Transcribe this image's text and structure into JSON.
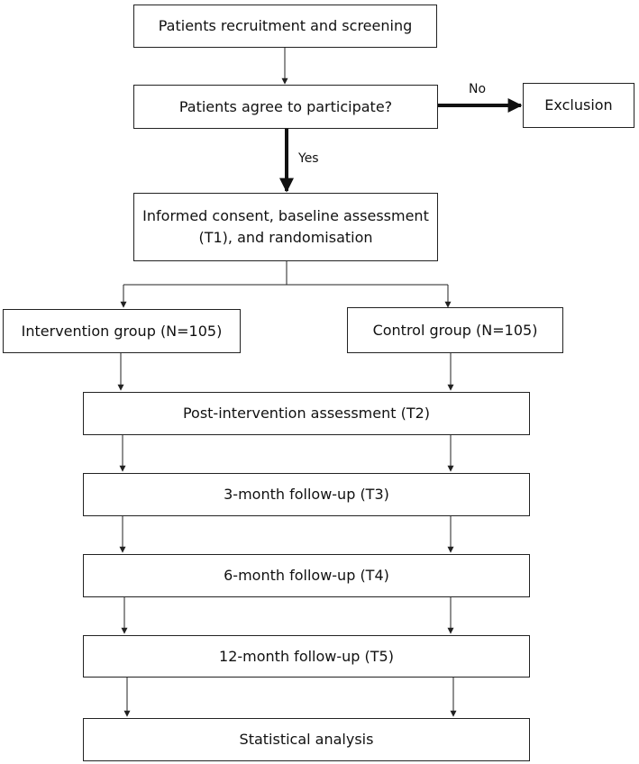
{
  "boxes": {
    "recruit": "Patients recruitment and screening",
    "agree": "Patients agree to participate?",
    "exclusion": "Exclusion",
    "consent_line1": "Informed consent, baseline assessment",
    "consent_line2": "(T1), and randomisation",
    "intervention": "Intervention group (N=105)",
    "control": "Control group (N=105)",
    "post": "Post-intervention assessment (T2)",
    "t3": "3-month follow-up (T3)",
    "t4": "6-month follow-up (T4)",
    "t5": "12-month follow-up (T5)",
    "analysis": "Statistical analysis"
  },
  "labels": {
    "no": "No",
    "yes": "Yes"
  }
}
